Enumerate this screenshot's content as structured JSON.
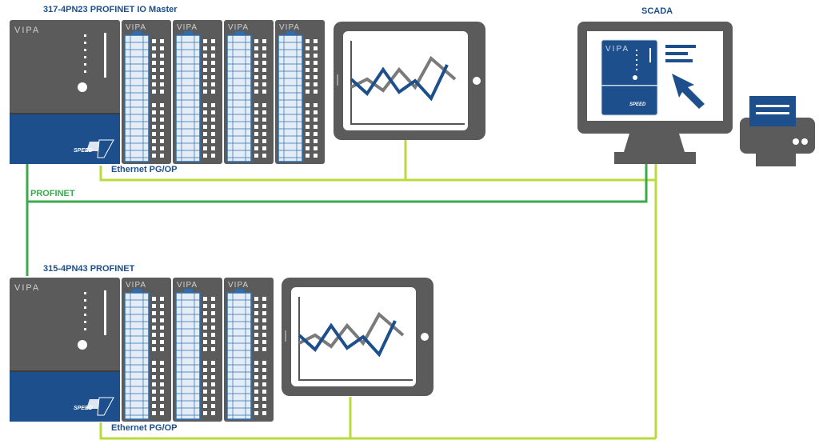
{
  "master": {
    "title": "317-4PN23 PROFINET IO Master",
    "network_label": "Ethernet PG/OP"
  },
  "slave": {
    "title": "315-4PN43  PROFINET",
    "network_label": "Ethernet PG/OP"
  },
  "scada": {
    "title": "SCADA",
    "screen_brand": "VIPA",
    "screen_speed": "SPEED"
  },
  "profinet_label": "PROFINET",
  "brand": "VIPA",
  "speed_brand": "SPEED",
  "colors": {
    "module_gray": "#5b5b5b",
    "cpu_blue": "#1c4f8c",
    "profinet_green": "#3aaa4b",
    "ethernet_lime": "#b8dc3c",
    "trend_blue": "#1c4f8c",
    "trend_gray": "#7a7a7a"
  },
  "icons": [
    "plc-cpu-icon",
    "io-module-icon",
    "tablet-hmi-icon",
    "monitor-icon",
    "mouse-cursor-icon",
    "printer-icon"
  ]
}
